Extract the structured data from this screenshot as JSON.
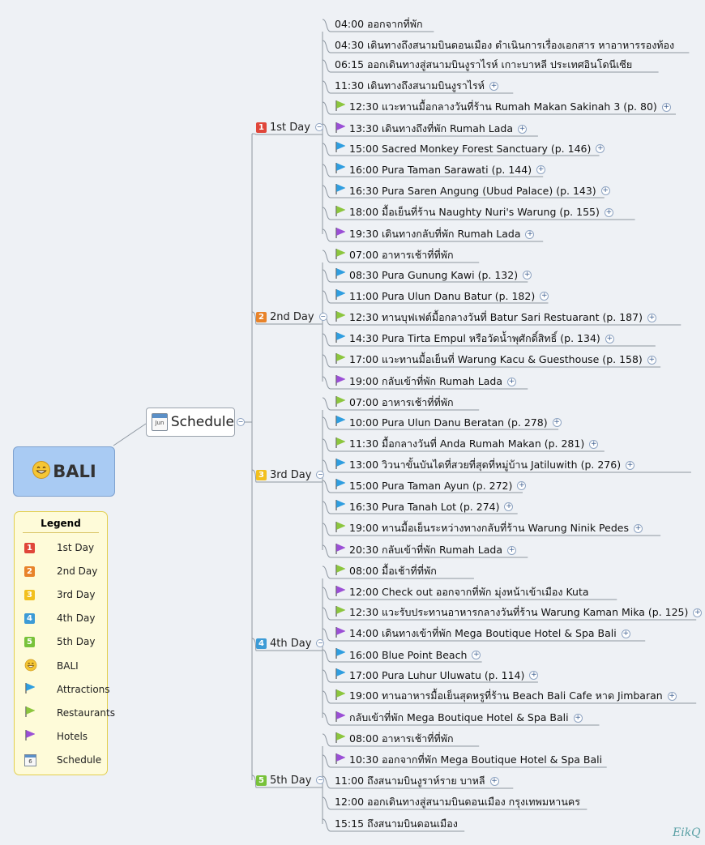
{
  "root": {
    "label": "BALI",
    "icon": "smile-icon"
  },
  "schedule": {
    "label": "Schedule",
    "calendar_text": "Jun"
  },
  "days": [
    {
      "label": "1st Day",
      "badge": "1",
      "color": "#e0463a",
      "items": [
        {
          "text": "04:00 ออกจากที่พัก",
          "flag": "",
          "plus": false
        },
        {
          "text": "04:30 เดินทางถึงสนามบินดอนเมือง ดำเนินการเรื่องเอกสาร หาอาหารรองท้อง",
          "flag": "",
          "plus": false
        },
        {
          "text": "06:15 ออกเดินทางสู่สนามบินงูราไรห์ เกาะบาหลี ประเทศอินโดนีเซีย",
          "flag": "",
          "plus": false
        },
        {
          "text": "11:30 เดินทางถึงสนามบินงูราไรห์",
          "flag": "",
          "plus": true
        },
        {
          "text": "12:30 แวะทานมื้อกลางวันที่ร้าน Rumah Makan Sakinah 3 (p. 80)",
          "flag": "green",
          "plus": true
        },
        {
          "text": "13:30 เดินทางถึงที่พัก Rumah Lada",
          "flag": "purple",
          "plus": true
        },
        {
          "text": "15:00 Sacred Monkey Forest Sanctuary (p. 146)",
          "flag": "blue",
          "plus": true
        },
        {
          "text": "16:00 Pura Taman Sarawati (p. 144)",
          "flag": "blue",
          "plus": true
        },
        {
          "text": "16:30 Pura Saren Angung (Ubud Palace) (p. 143)",
          "flag": "blue",
          "plus": true
        },
        {
          "text": "18:00 มื้อเย็นที่ร้าน Naughty Nuri's Warung (p. 155)",
          "flag": "green",
          "plus": true
        },
        {
          "text": "19:30 เดินทางกลับที่พัก Rumah Lada",
          "flag": "purple",
          "plus": true
        }
      ]
    },
    {
      "label": "2nd Day",
      "badge": "2",
      "color": "#e8832a",
      "items": [
        {
          "text": "07:00 อาหารเช้าที่ที่พัก",
          "flag": "green",
          "plus": false
        },
        {
          "text": "08:30 Pura Gunung Kawi (p. 132)",
          "flag": "blue",
          "plus": true
        },
        {
          "text": "11:00 Pura Ulun Danu Batur (p. 182)",
          "flag": "blue",
          "plus": true
        },
        {
          "text": "12:30 ทานบุฟเฟต์มื้อกลางวันที่ Batur Sari Restuarant (p. 187)",
          "flag": "green",
          "plus": true
        },
        {
          "text": "14:30 Pura Tirta Empul หรือวัดน้ำพุศักดิ์สิทธิ์ (p. 134)",
          "flag": "blue",
          "plus": true
        },
        {
          "text": "17:00 แวะทานมื้อเย็นที่ Warung Kacu & Guesthouse (p. 158)",
          "flag": "green",
          "plus": true
        },
        {
          "text": "19:00 กลับเข้าที่พัก Rumah Lada",
          "flag": "purple",
          "plus": true
        }
      ]
    },
    {
      "label": "3rd Day",
      "badge": "3",
      "color": "#f2c01e",
      "items": [
        {
          "text": "07:00 อาหารเช้าที่ที่พัก",
          "flag": "green",
          "plus": false
        },
        {
          "text": "10:00 Pura Ulun Danu Beratan (p. 278)",
          "flag": "blue",
          "plus": true
        },
        {
          "text": "11:30 มื้อกลางวันที่ Anda Rumah Makan (p. 281)",
          "flag": "green",
          "plus": true
        },
        {
          "text": "13:00 วิวนาขั้นบันไดที่สวยที่สุดที่หมู่บ้าน Jatiluwith (p. 276)",
          "flag": "blue",
          "plus": true
        },
        {
          "text": "15:00 Pura Taman Ayun (p. 272)",
          "flag": "blue",
          "plus": true
        },
        {
          "text": "16:30 Pura Tanah Lot (p. 274)",
          "flag": "blue",
          "plus": true
        },
        {
          "text": "19:00 ทานมื้อเย็นระหว่างทางกลับที่ร้าน Warung Ninik Pedes",
          "flag": "green",
          "plus": true
        },
        {
          "text": "20:30 กลับเข้าที่พัก Rumah Lada",
          "flag": "purple",
          "plus": true
        }
      ]
    },
    {
      "label": "4th Day",
      "badge": "4",
      "color": "#3d9bd6",
      "items": [
        {
          "text": "08:00 มื้อเช้าที่ที่พัก",
          "flag": "green",
          "plus": false
        },
        {
          "text": "12:00 Check out ออกจากที่พัก มุ่งหน้าเข้าเมือง Kuta",
          "flag": "purple",
          "plus": false
        },
        {
          "text": "12:30 แวะรับประทานอาหารกลางวันที่ร้าน Warung Kaman Mika (p. 125)",
          "flag": "green",
          "plus": true
        },
        {
          "text": "14:00 เดินทางเข้าที่พัก Mega Boutique Hotel & Spa Bali",
          "flag": "purple",
          "plus": true
        },
        {
          "text": "16:00 Blue Point Beach",
          "flag": "blue",
          "plus": true
        },
        {
          "text": "17:00 Pura Luhur Uluwatu (p. 114)",
          "flag": "blue",
          "plus": true
        },
        {
          "text": "19:00 ทานอาหารมื้อเย็นสุดหรูที่ร้าน Beach Bali Cafe หาด Jimbaran",
          "flag": "green",
          "plus": true
        },
        {
          "text": "กลับเข้าที่พัก Mega Boutique Hotel & Spa Bali",
          "flag": "purple",
          "plus": true
        }
      ]
    },
    {
      "label": "5th Day",
      "badge": "5",
      "color": "#78c23a",
      "items": [
        {
          "text": "08:00 อาหารเช้าที่ที่พัก",
          "flag": "green",
          "plus": false
        },
        {
          "text": "10:30 ออกจากที่พัก Mega Boutique Hotel & Spa Bali",
          "flag": "purple",
          "plus": false
        },
        {
          "text": "11:00 ถึงสนามบินงูราห์ราย บาหลี",
          "flag": "",
          "plus": true
        },
        {
          "text": "12:00 ออกเดินทางสู่สนามบินดอนเมือง กรุงเทพมหานคร",
          "flag": "",
          "plus": false
        },
        {
          "text": "15:15 ถึงสนามบินดอนเมือง",
          "flag": "",
          "plus": false
        }
      ]
    }
  ],
  "legend": {
    "title": "Legend",
    "items": [
      {
        "label": "1st Day",
        "icon": "badge",
        "badge": "1",
        "color": "#e0463a"
      },
      {
        "label": "2nd Day",
        "icon": "badge",
        "badge": "2",
        "color": "#e8832a"
      },
      {
        "label": "3rd Day",
        "icon": "badge",
        "badge": "3",
        "color": "#f2c01e"
      },
      {
        "label": "4th Day",
        "icon": "badge",
        "badge": "4",
        "color": "#3d9bd6"
      },
      {
        "label": "5th Day",
        "icon": "badge",
        "badge": "5",
        "color": "#78c23a"
      },
      {
        "label": "BALI",
        "icon": "smile"
      },
      {
        "label": "Attractions",
        "icon": "flag",
        "flag": "blue"
      },
      {
        "label": "Restaurants",
        "icon": "flag",
        "flag": "green"
      },
      {
        "label": "Hotels",
        "icon": "flag",
        "flag": "purple"
      },
      {
        "label": "Schedule",
        "icon": "calendar",
        "badge": "6"
      }
    ]
  },
  "flag_colors": {
    "blue": "#2f9ee0",
    "green": "#8cc63e",
    "purple": "#9b4fd6"
  },
  "watermark": "EikQ"
}
